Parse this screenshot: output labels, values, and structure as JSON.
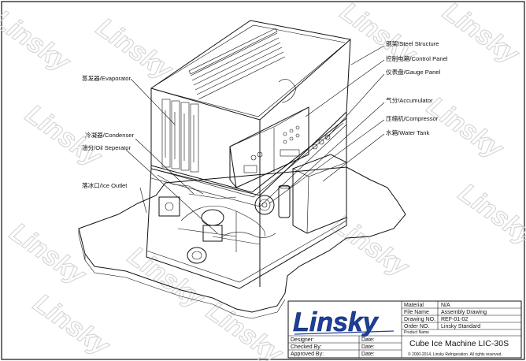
{
  "watermark": "Linsky",
  "callouts": {
    "evaporator": "蒸发器/Evaporator",
    "condenser": "冷凝器/Condenser",
    "oil_separator": "油分/Oil Seperator",
    "ice_outlet": "落冰口/Ice Outlet",
    "steel_structure": "钢架/Steel Structure",
    "control_panel": "控制电箱/Control Panel",
    "gauge_panel": "仪表盘/Gauge Panel",
    "accumulator": "气分/Accumulator",
    "compressor": "压缩机/Compressor",
    "water_tank": "水箱/Water Tank"
  },
  "title_block": {
    "logo_text": "Linsky",
    "material_label": "Material",
    "material_value": "N/A",
    "file_name_label": "File Name",
    "file_name_value": "Assembly Drawing",
    "drawing_no_label": "Drawing NO.",
    "drawing_no_value": "REF-01-02",
    "order_no_label": "Order NO.",
    "order_no_value": "Linsky Standard",
    "product_name_label": "Product Name",
    "product_name_value": "Cube Ice Machine LIC-30S",
    "copyright": "© 2000-2014, Linsky Refrigeration. All rights reserved.",
    "designer_label": "Designer:",
    "checked_label": "Checked By:",
    "approved_label": "Approved By:",
    "date_label": "Date:"
  }
}
